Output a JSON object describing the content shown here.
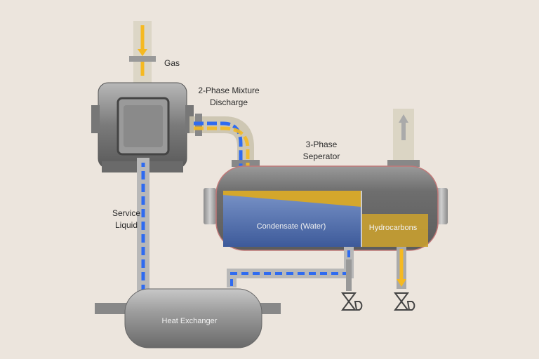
{
  "labels": {
    "gas": "Gas",
    "discharge_line1": "2-Phase Mixture",
    "discharge_line2": "Discharge",
    "separator_line1": "3-Phase",
    "separator_line2": "Seperator",
    "service_line1": "Service",
    "service_line2": "Liquid",
    "condensate": "Condensate (Water)",
    "hydrocarbons": "Hydrocarbons",
    "heat_exchanger": "Heat Exchanger"
  },
  "colors": {
    "background": "#ece5dd",
    "liquid_flow": "#2f6bf0",
    "gas_flow": "#f5b921",
    "water": "#4a68a8",
    "hydrocarbon": "#c9a030",
    "steel": "#8a8a8a"
  }
}
